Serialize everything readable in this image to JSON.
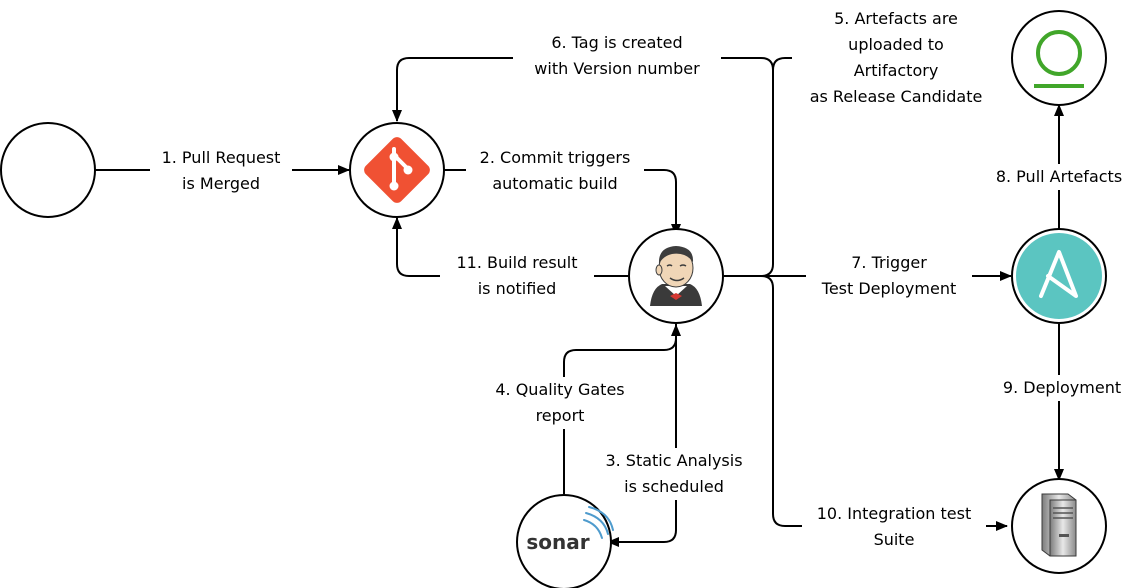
{
  "labels": {
    "pull_request": [
      "1. Pull Request",
      "is Merged"
    ],
    "commit_triggers": [
      "2. Commit triggers",
      "automatic build"
    ],
    "static_analysis": [
      "3. Static Analysis",
      "is scheduled"
    ],
    "quality_gates": [
      "4. Quality Gates",
      "report"
    ],
    "artefacts_uploaded": [
      "5. Artefacts are",
      "uploaded to",
      "Artifactory",
      "as Release Candidate"
    ],
    "tag_created": [
      "6. Tag is created",
      "with Version number"
    ],
    "trigger_test": [
      "7. Trigger",
      "Test Deployment"
    ],
    "pull_artefacts": [
      "8. Pull Artefacts"
    ],
    "deployment": [
      "9. Deployment"
    ],
    "integration_test": [
      "10. Integration test",
      "Suite"
    ],
    "build_result": [
      "11. Build result",
      "is notified"
    ]
  },
  "sonar_text": "sonar",
  "colors": {
    "git": "#f05133",
    "artifactory": "#41a62a",
    "ansible": "#5bc5c1",
    "jenkins_face": "#f0d6b7",
    "jenkins_hair": "#3d3d3d",
    "jenkins_tie": "#d33833",
    "sonar_blue": "#4e9bcd",
    "line": "#000000"
  },
  "icons": [
    "developer-node",
    "git-icon",
    "jenkins-icon",
    "sonar-icon",
    "artifactory-icon",
    "ansible-icon",
    "server-icon"
  ]
}
